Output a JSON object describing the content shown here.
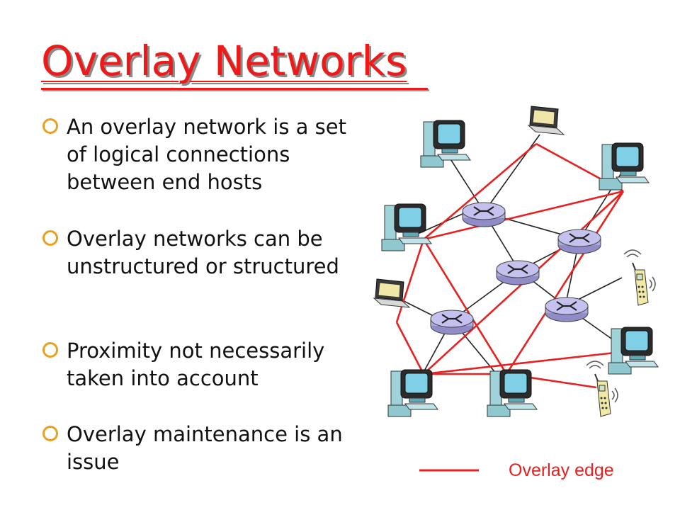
{
  "slide": {
    "title": "Overlay Networks",
    "bullets": [
      "An overlay network is a set of logical connections between end hosts",
      "Overlay networks can be unstructured or structured",
      "Proximity not necessarily taken into account",
      "Overlay maintenance is an issue"
    ]
  },
  "legend": {
    "label": "Overlay edge"
  },
  "colors": {
    "title": "#ee1a1a",
    "overlay_edge": "#e82020",
    "physical_link": "#222222",
    "router": "#b9b6e6",
    "bullet_marker": "#e8a020"
  },
  "icons": [
    "desktop-computer-icon",
    "laptop-icon",
    "router-icon",
    "cellphone-icon"
  ]
}
